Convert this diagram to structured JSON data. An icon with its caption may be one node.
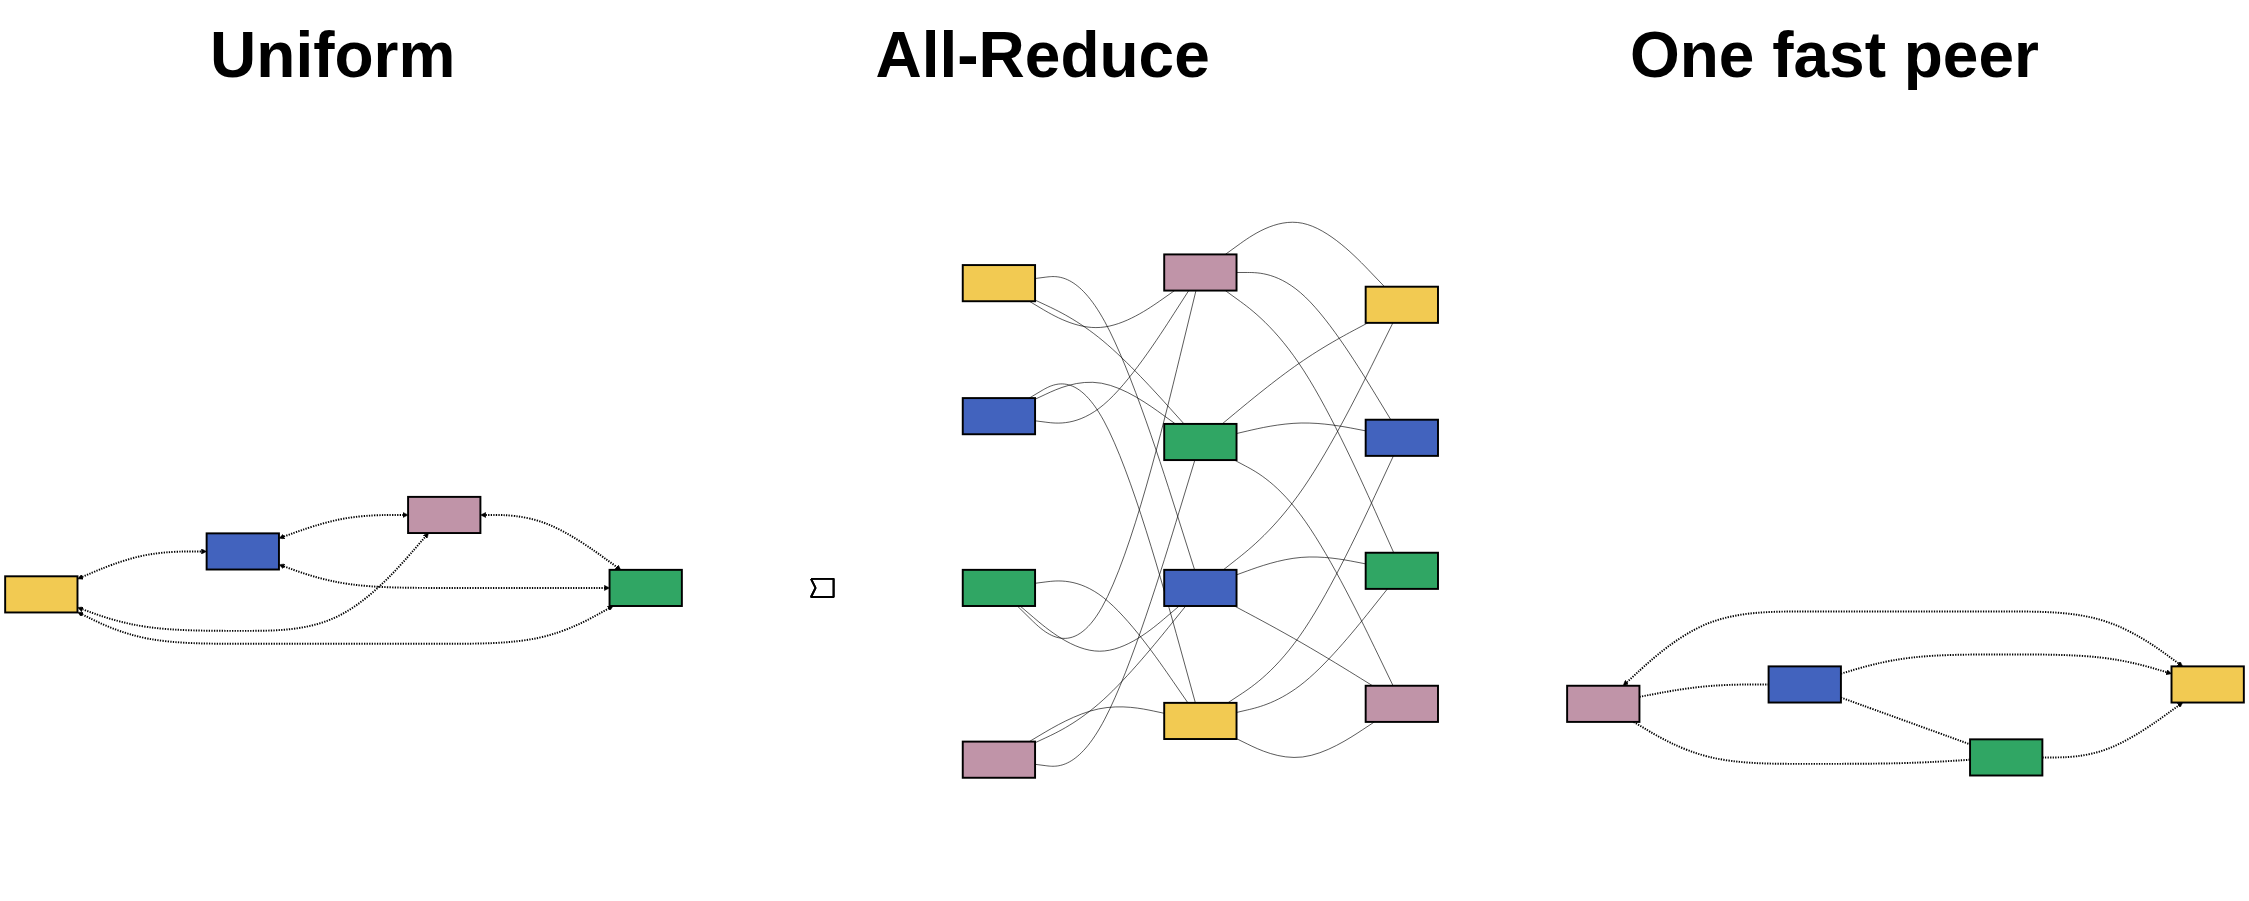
{
  "diagram": {
    "nodes": [
      {
        "text": [],
        "shape": "box"
      },
      {
        "text": [],
        "shape": "box"
      },
      {
        "text": [],
        "shape": "box"
      },
      {
        "text": [],
        "shape": "box"
      },
      {
        "text": [],
        "shape": "arrow"
      },
      {
        "text": [],
        "shape": "box"
      },
      {
        "text": [],
        "shape": "box"
      },
      {
        "text": [],
        "shape": "box"
      },
      {
        "text": [],
        "shape": "box"
      },
      {
        "text": [],
        "shape": "box"
      },
      {
        "text": [],
        "shape": "box"
      },
      {
        "text": [],
        "shape": "box"
      },
      {
        "text": [],
        "shape": "box"
      },
      {
        "text": [],
        "shape": "box"
      },
      {
        "text": [],
        "shape": "box"
      },
      {
        "text": [],
        "shape": "box"
      },
      {
        "text": [],
        "shape": "box"
      },
      {
        "text": [],
        "shape": "box"
      },
      {
        "text": [],
        "shape": "box"
      },
      {
        "text": [],
        "shape": "box"
      },
      {
        "text": [],
        "shape": "box"
      }
    ],
    "edges": [
      {
        "from": 0,
        "to": 1,
        "arrow": "both",
        "style": "dashed"
      },
      {
        "from": 0,
        "to": 2,
        "arrow": "both",
        "style": "dashed"
      },
      {
        "from": 0,
        "to": 3,
        "arrow": "both",
        "style": "dashed"
      },
      {
        "from": 1,
        "to": 2,
        "arrow": "both",
        "style": "dashed"
      },
      {
        "from": 1,
        "to": 3,
        "arrow": "both",
        "style": "dashed"
      },
      {
        "from": 2,
        "to": 3,
        "arrow": "both",
        "style": "dashed"
      },
      {
        "from": 5,
        "to": 10,
        "arrow": "none"
      },
      {
        "from": 5,
        "to": 11,
        "arrow": "none"
      },
      {
        "from": 5,
        "to": 12,
        "arrow": "none"
      },
      {
        "from": 6,
        "to": 9,
        "arrow": "none"
      },
      {
        "from": 6,
        "to": 11,
        "arrow": "none"
      },
      {
        "from": 6,
        "to": 12,
        "arrow": "none"
      },
      {
        "from": 7,
        "to": 9,
        "arrow": "none"
      },
      {
        "from": 7,
        "to": 10,
        "arrow": "none"
      },
      {
        "from": 7,
        "to": 12,
        "arrow": "none"
      },
      {
        "from": 8,
        "to": 9,
        "arrow": "none"
      },
      {
        "from": 8,
        "to": 10,
        "arrow": "none"
      },
      {
        "from": 8,
        "to": 11,
        "arrow": "none"
      },
      {
        "from": 9,
        "to": 14,
        "arrow": "none"
      },
      {
        "from": 9,
        "to": 15,
        "arrow": "none"
      },
      {
        "from": 9,
        "to": 16,
        "arrow": "none"
      },
      {
        "from": 10,
        "to": 13,
        "arrow": "none"
      },
      {
        "from": 10,
        "to": 15,
        "arrow": "none"
      },
      {
        "from": 10,
        "to": 16,
        "arrow": "none"
      },
      {
        "from": 11,
        "to": 13,
        "arrow": "none"
      },
      {
        "from": 11,
        "to": 14,
        "arrow": "none"
      },
      {
        "from": 11,
        "to": 16,
        "arrow": "none"
      },
      {
        "from": 12,
        "to": 13,
        "arrow": "none"
      },
      {
        "from": 12,
        "to": 14,
        "arrow": "none"
      },
      {
        "from": 12,
        "to": 15,
        "arrow": "none"
      },
      {
        "from": 19,
        "to": 17,
        "arrow": "both",
        "style": "dashed"
      },
      {
        "from": 18,
        "to": 17,
        "arrow": "to",
        "style": "dashed"
      },
      {
        "from": 20,
        "to": 17,
        "arrow": "to",
        "style": "dashed"
      },
      {
        "from": 19,
        "to": 18,
        "arrow": "none",
        "style": "dashed"
      },
      {
        "from": 19,
        "to": 20,
        "arrow": "none",
        "style": "dashed"
      },
      {
        "from": 18,
        "to": 20,
        "arrow": "none",
        "style": "dashed"
      }
    ],
    "labels": [
      "Uniform",
      "All-Reduce",
      "One fast peer"
    ]
  }
}
